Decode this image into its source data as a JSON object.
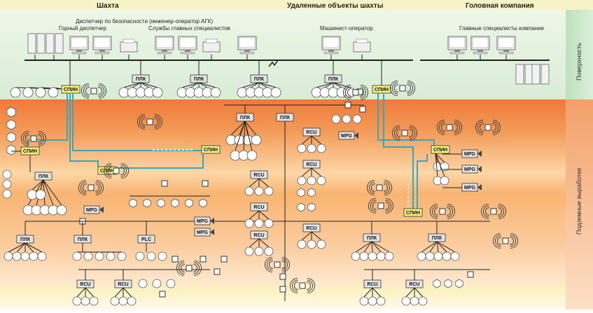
{
  "headers": {
    "mine": "Шахта",
    "remote": "Удаленные объекты шахты",
    "company": "Головная компания"
  },
  "top_labels": {
    "dispatcher_safety": "Диспетчер по безопасности (инженер-оператор АГК)",
    "mining_dispatcher": "Горный диспетчер",
    "chief_services": "Службы главных специалистов",
    "machinist": "Машинист-оператор",
    "company_specialists": "Главные специалисты компании"
  },
  "side_labels": {
    "surface": "Поверхность",
    "underground": "Подземные выработки"
  },
  "box_labels": {
    "plk": "ПЛК",
    "spin": "СПИН",
    "rcu": "RCU",
    "mpg": "MPG",
    "plc": "PLC"
  },
  "colors": {
    "surface_band": "#e2f1e2",
    "underground_top": "#f07a3a",
    "underground_bottom": "#fff4e0",
    "spin_fill": "#f4f07a",
    "fiber_line": "#3aa7b8",
    "bus_line": "#222222"
  }
}
